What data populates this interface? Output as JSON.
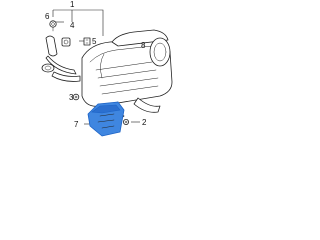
{
  "diagram": {
    "callouts": {
      "c1": "1",
      "c2": "2",
      "c3": "3",
      "c4": "4",
      "c5": "5",
      "c6": "6",
      "c7": "7",
      "c8": "8"
    },
    "colors": {
      "highlight": "#3f86e0",
      "line": "#222222",
      "background": "#ffffff"
    }
  }
}
